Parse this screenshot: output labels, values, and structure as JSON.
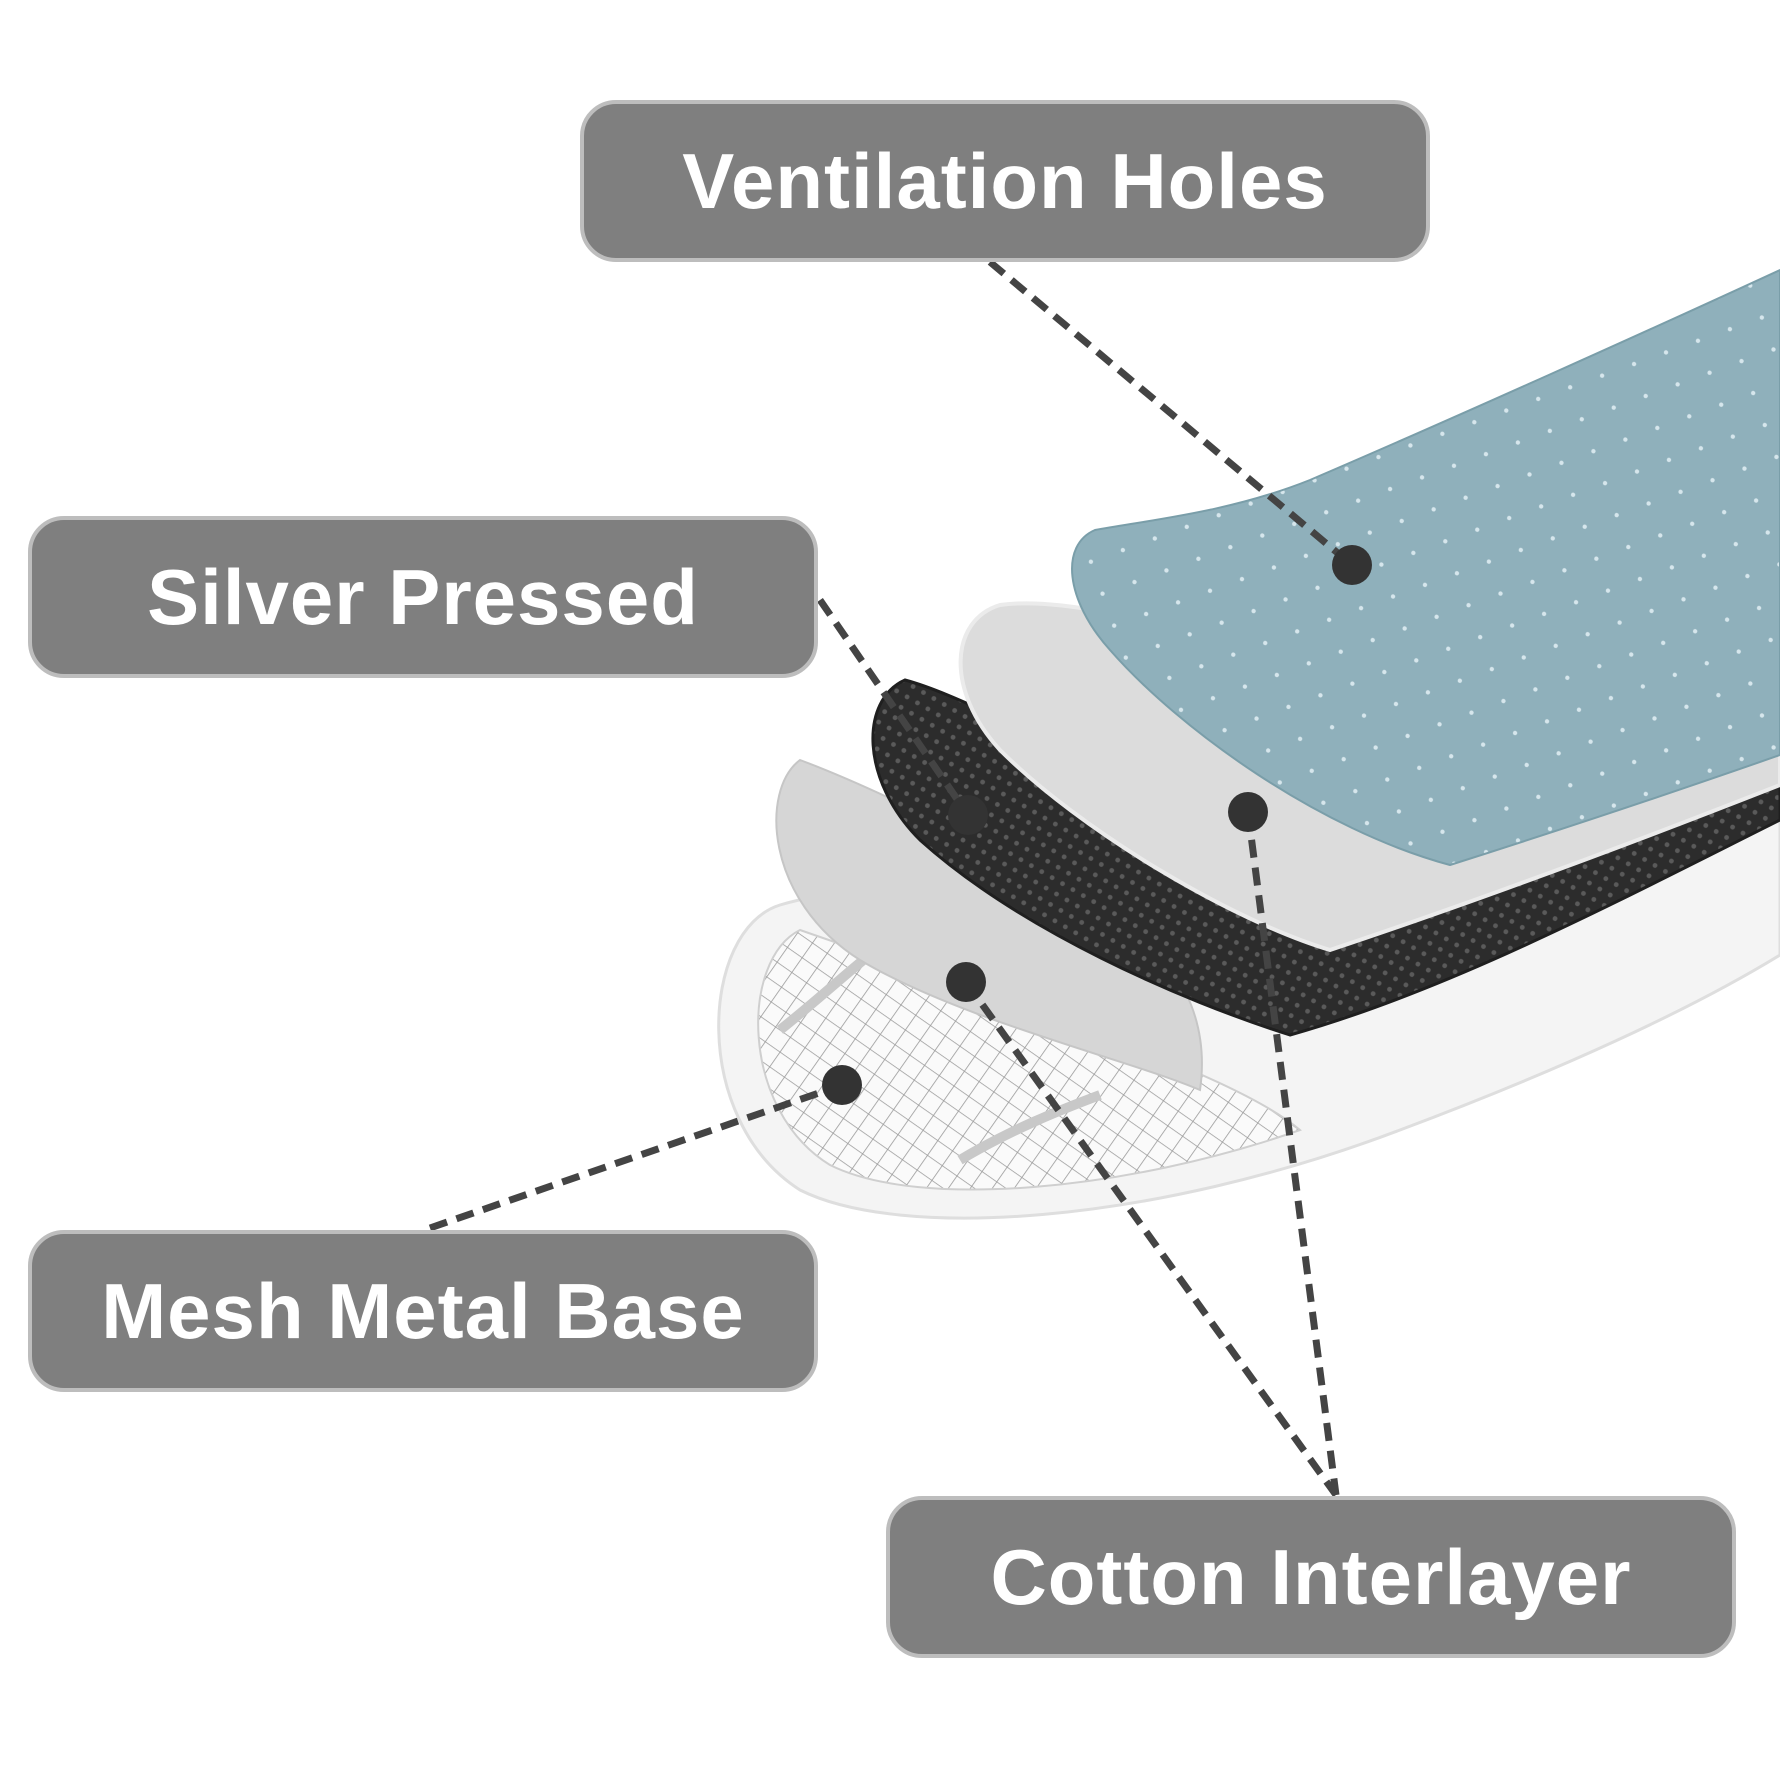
{
  "labels": {
    "ventilation_holes": "Ventilation Holes",
    "silver_pressed": "Silver Pressed",
    "mesh_metal_base": "Mesh Metal Base",
    "cotton_interlayer": "Cotton Interlayer"
  },
  "colors": {
    "label_fill": "#7f7f7f",
    "label_border": "#bdbdbd",
    "label_text": "#ffffff",
    "leader_line": "#444444",
    "top_layer": "#8fb0bb",
    "cotton_layer": "#d9d9d9",
    "silver_layer": "#2e2e2e",
    "base_layer": "#f2f2f2"
  }
}
